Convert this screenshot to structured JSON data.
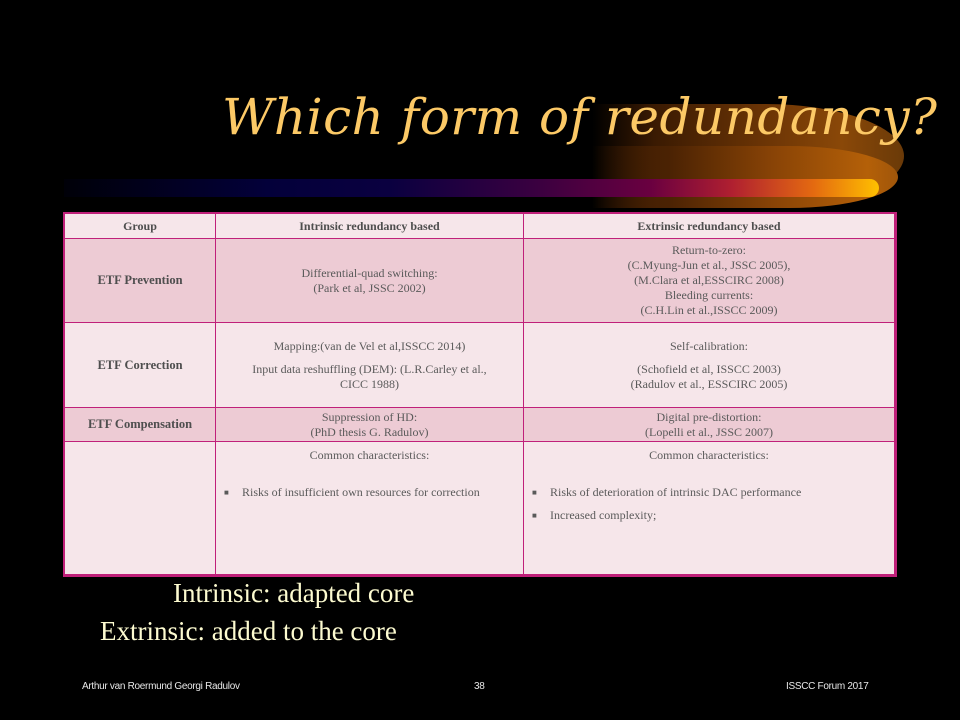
{
  "slide": {
    "title": "Which form of redundancy?",
    "colors": {
      "title": "#fcc966",
      "table_border": "#c0207a",
      "table_bg": "#f6e6ea",
      "table_alt_bg": "#edcbd4",
      "caption": "#fdfbd0",
      "background": "#000000"
    }
  },
  "table": {
    "headers": [
      "Group",
      "Intrinsic redundancy based",
      "Extrinsic redundancy based"
    ],
    "rows": [
      {
        "group": "ETF  Prevention",
        "intrinsic": [
          "Differential-quad switching:",
          "(Park et al, JSSC 2002)"
        ],
        "extrinsic": [
          "Return-to-zero:",
          "(C.Myung-Jun et al., JSSC 2005),",
          "(M.Clara et al,ESSCIRC 2008)",
          "Bleeding currents:",
          "(C.H.Lin et al.,ISSCC 2009)"
        ]
      },
      {
        "group": "ETF  Correction",
        "intrinsic": [
          "Mapping:(van de Vel et al,ISSCC 2014)",
          "Input data reshuffling (DEM): (L.R.Carley et al.,",
          "CICC 1988)"
        ],
        "extrinsic": [
          "Self-calibration:",
          "(Schofield et al, ISSCC 2003)",
          "(Radulov et al., ESSCIRC 2005)"
        ]
      },
      {
        "group": "ETF  Compensation",
        "intrinsic": [
          "Suppression of HD:",
          "(PhD thesis G. Radulov)"
        ],
        "extrinsic": [
          "Digital pre-distortion:",
          "(Lopelli et al., JSSC 2007)"
        ]
      },
      {
        "group": "",
        "intrinsic_heading": "Common characteristics:",
        "intrinsic_bullets": [
          "Risks of insufficient own resources for correction"
        ],
        "extrinsic_heading": "Common characteristics:",
        "extrinsic_bullets": [
          "Risks of deterioration of intrinsic DAC performance",
          "Increased complexity;"
        ]
      }
    ]
  },
  "captions": [
    "Intrinsic: adapted core",
    "Extrinsic: added to the core"
  ],
  "footer": {
    "authors": "Arthur van Roermund Georgi Radulov",
    "page_number": "38",
    "event": "ISSCC  Forum 2017"
  }
}
